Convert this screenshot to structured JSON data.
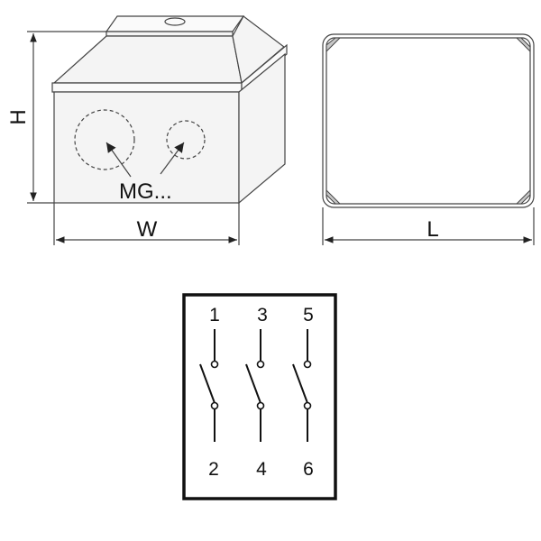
{
  "labels": {
    "height": "H",
    "width": "W",
    "length": "L",
    "gland": "MG..."
  },
  "terminals": {
    "top": [
      "1",
      "3",
      "5"
    ],
    "bottom": [
      "2",
      "4",
      "6"
    ]
  },
  "colors": {
    "line": "#444444",
    "ink": "#111111",
    "face": "#f4f4f4",
    "background": "#ffffff"
  }
}
